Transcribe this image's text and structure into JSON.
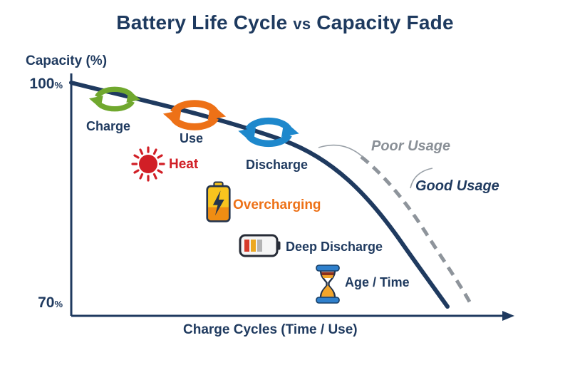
{
  "title": {
    "lead": "Battery Life Cycle",
    "vs": "vs",
    "tail": "Capacity Fade"
  },
  "y_axis": {
    "label": "Capacity (%)",
    "top_tick": "100",
    "bottom_tick": "70",
    "unit": "%"
  },
  "x_axis": {
    "label": "Charge Cycles (Time / Use)"
  },
  "cycle_steps": {
    "charge": "Charge",
    "use": "Use",
    "discharge": "Discharge"
  },
  "stress_factors": {
    "heat": "Heat",
    "overcharging": "Overcharging",
    "deep_discharge": "Deep Discharge",
    "age_time": "Age / Time"
  },
  "usage_labels": {
    "poor": "Poor Usage",
    "good": "Good Usage"
  },
  "icons": {
    "charge": "green-cycle-arrows-icon",
    "use": "orange-cycle-arrows-icon",
    "discharge": "blue-cycle-arrows-icon",
    "heat": "red-sun-icon",
    "overcharging": "battery-lightning-icon",
    "deep_discharge": "battery-low-icon",
    "age_time": "hourglass-icon"
  },
  "colors": {
    "navy": "#1f3a5f",
    "green": "#70a82e",
    "orange": "#ed7117",
    "blue": "#1e88cc",
    "red": "#d11f26",
    "dashed_gray": "#8e949b",
    "poor_usage_text": "#8a9097",
    "battery_yellow": "#f8c41e",
    "battery_orange": "#ef8d13",
    "hourglass_blue": "#2f80cc",
    "sand_orange": "#f2a52b"
  },
  "chart_data": {
    "type": "line",
    "title": "Battery Life Cycle vs Capacity Fade",
    "xlabel": "Charge Cycles (Time / Use)",
    "ylabel": "Capacity (%)",
    "ylim": [
      70,
      100
    ],
    "grid": false,
    "series": [
      {
        "name": "Poor Usage",
        "style": "solid",
        "color": "#1f3a5f",
        "points": [
          [
            0,
            100
          ],
          [
            15,
            97.5
          ],
          [
            30,
            95
          ],
          [
            45,
            92
          ],
          [
            60,
            87
          ],
          [
            72,
            81
          ],
          [
            80,
            75.5
          ],
          [
            86,
            71
          ],
          [
            87,
            70.3
          ]
        ],
        "annotations": [
          "Charge",
          "Use",
          "Discharge",
          "Heat",
          "Overcharging",
          "Deep Discharge",
          "Age / Time"
        ]
      },
      {
        "name": "Good Usage",
        "style": "dashed",
        "color": "#8e949b",
        "points": [
          [
            67,
            90.5
          ],
          [
            76,
            85
          ],
          [
            84,
            78.5
          ],
          [
            90,
            72.5
          ],
          [
            92,
            70.2
          ]
        ]
      }
    ],
    "legend_position": "inline-labels"
  }
}
